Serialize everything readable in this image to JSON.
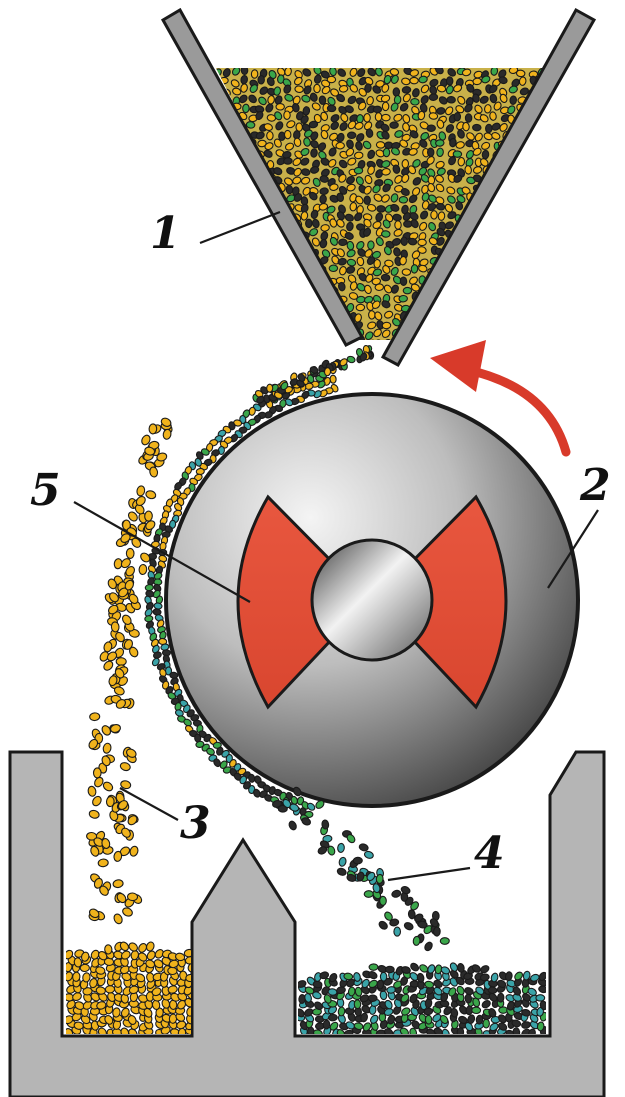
{
  "labels": {
    "hopper": "1",
    "drum": "2",
    "nonmagnetic_fraction": "3",
    "magnetic_fraction": "4",
    "magnet": "5"
  },
  "colors": {
    "background": "#ffffff",
    "hopper_frame": "#8a8a8a",
    "drum_base": "#b8b8b8",
    "magnet": "#e0513a",
    "rotation_arrow": "#d83a2a",
    "bin": "#b5b5b5",
    "grain_yellow": "#f0b31c",
    "grain_green": "#3aa64a",
    "grain_dark": "#2a2a2a",
    "grain_teal": "#3aa3a8"
  },
  "icons": {
    "rotation": "curved-arrow-icon"
  }
}
